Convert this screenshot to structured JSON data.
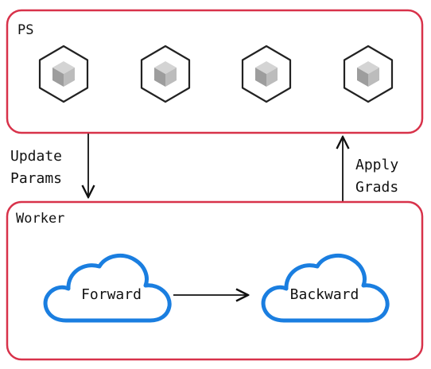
{
  "ps_box": {
    "label": "PS",
    "border_color": "#d8324a",
    "node_icon": "cube-icon",
    "node_count": 4
  },
  "worker_box": {
    "label": "Worker",
    "border_color": "#d8324a"
  },
  "edges": {
    "update_params": {
      "line1": "Update",
      "line2": "Params"
    },
    "apply_grads": {
      "line1": "Apply",
      "line2": "Grads"
    }
  },
  "clouds": {
    "color": "#1a7ee0",
    "forward": "Forward",
    "backward": "Backward"
  }
}
